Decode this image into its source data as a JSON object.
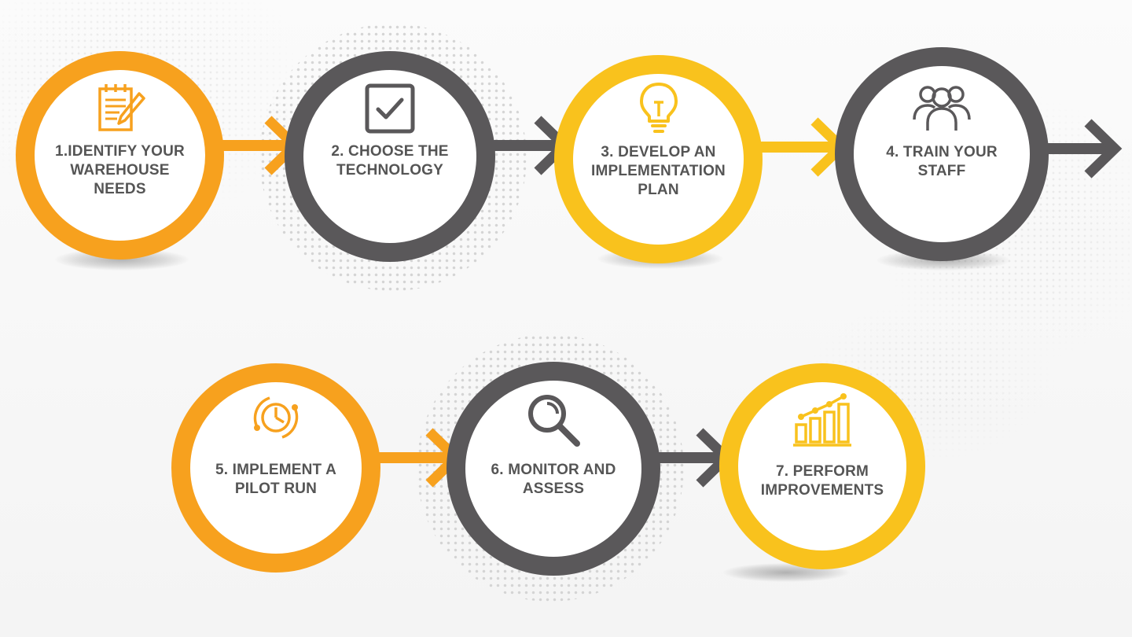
{
  "colors": {
    "orange": "#F7A11E",
    "gray": "#5A585A",
    "yellow": "#F9C21D",
    "text": "#555555"
  },
  "steps": [
    {
      "label_lines": [
        "1.IDENTIFY YOUR",
        "WAREHOUSE",
        "NEEDS"
      ],
      "icon": "notepad-pencil-icon",
      "color": "orange"
    },
    {
      "label_lines": [
        "2. CHOOSE THE",
        "TECHNOLOGY"
      ],
      "icon": "checkbox-icon",
      "color": "gray"
    },
    {
      "label_lines": [
        "3. DEVELOP AN",
        "IMPLEMENTATION",
        "PLAN"
      ],
      "icon": "lightbulb-icon",
      "color": "yellow"
    },
    {
      "label_lines": [
        "4. TRAIN YOUR",
        "STAFF"
      ],
      "icon": "team-icon",
      "color": "gray"
    },
    {
      "label_lines": [
        "5. IMPLEMENT A",
        "PILOT RUN"
      ],
      "icon": "clock-cycle-icon",
      "color": "orange"
    },
    {
      "label_lines": [
        "6. MONITOR AND",
        "ASSESS"
      ],
      "icon": "magnifier-icon",
      "color": "gray"
    },
    {
      "label_lines": [
        "7. PERFORM",
        "IMPROVEMENTS"
      ],
      "icon": "growth-chart-icon",
      "color": "yellow"
    }
  ]
}
